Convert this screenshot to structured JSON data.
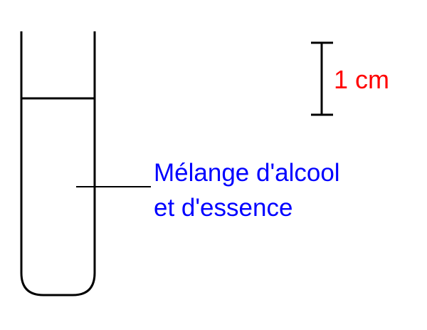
{
  "scale_bar": {
    "label": "1 cm",
    "label_color": "#ff0000",
    "line_color": "#000000"
  },
  "tube": {
    "stroke_color": "#000000"
  },
  "annotation": {
    "lines": [
      "Mélange d'alcool",
      "et d'essence"
    ],
    "text_color": "#0000ff",
    "leader_color": "#000000"
  }
}
